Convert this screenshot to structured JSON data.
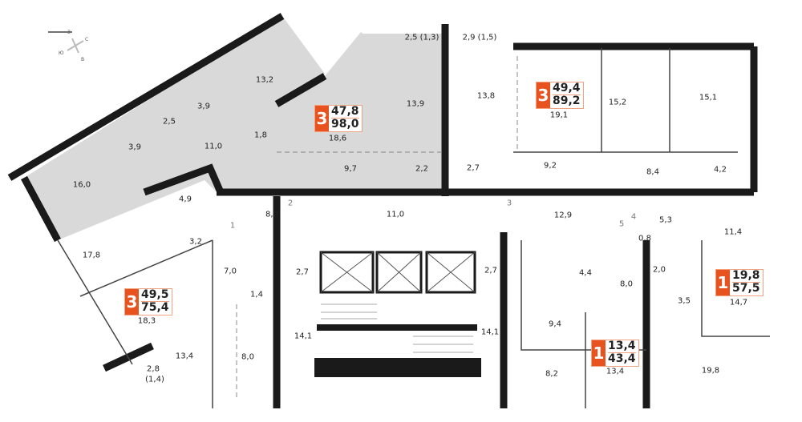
{
  "compass": {
    "north": "С",
    "south": "Ю",
    "west": "З",
    "east": "В"
  },
  "colors": {
    "accent": "#e8521e",
    "wall": "#1a1a1a",
    "highlight": "#d9d9d9"
  },
  "apartments": [
    {
      "rooms": "3",
      "living_area": "47,8",
      "total_area": "98,0",
      "highlighted": true
    },
    {
      "rooms": "3",
      "living_area": "49,4",
      "total_area": "89,2"
    },
    {
      "rooms": "3",
      "living_area": "49,5",
      "total_area": "75,4"
    },
    {
      "rooms": "1",
      "living_area": "19,8",
      "total_area": "57,5"
    },
    {
      "rooms": "1",
      "living_area": "13,4",
      "total_area": "43,4"
    }
  ],
  "room_areas": [
    "13,2",
    "3,9",
    "2,5",
    "3,9",
    "11,0",
    "1,8",
    "18,6",
    "9,7",
    "16,0",
    "4,9",
    "13,9",
    "2,5 (1,3)",
    "2,9 (1,5)",
    "13,8",
    "19,1",
    "15,2",
    "15,1",
    "9,2",
    "8,4",
    "4,2",
    "2,2",
    "2,7",
    "8,0",
    "11,0",
    "12,9",
    "5,3",
    "11,4",
    "0,8",
    "3,2",
    "17,8",
    "7,0",
    "2,7",
    "2,7",
    "4,4",
    "8,0",
    "2,0",
    "3,5",
    "14,7",
    "1,4",
    "18,3",
    "13,4",
    "8,0",
    "14,1",
    "14,1",
    "9,4",
    "8,2",
    "13,4",
    "19,8",
    "2,8",
    "(1,4)"
  ],
  "door_numbers": [
    "1",
    "2",
    "3",
    "4",
    "5"
  ]
}
